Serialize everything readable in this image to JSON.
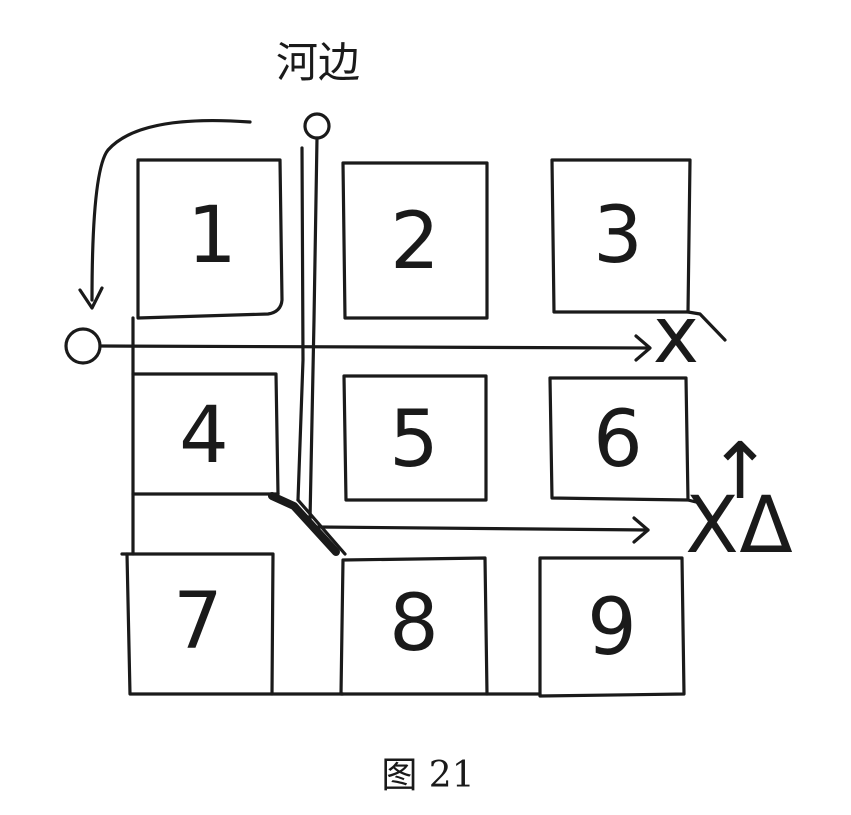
{
  "top_label": "河边",
  "caption": "图 21",
  "blocks": [
    "1",
    "2",
    "3",
    "4",
    "5",
    "6",
    "7",
    "8",
    "9"
  ],
  "route_end_marks": [
    "x",
    "X"
  ],
  "extra_marks": [
    "↑",
    "Δ"
  ]
}
